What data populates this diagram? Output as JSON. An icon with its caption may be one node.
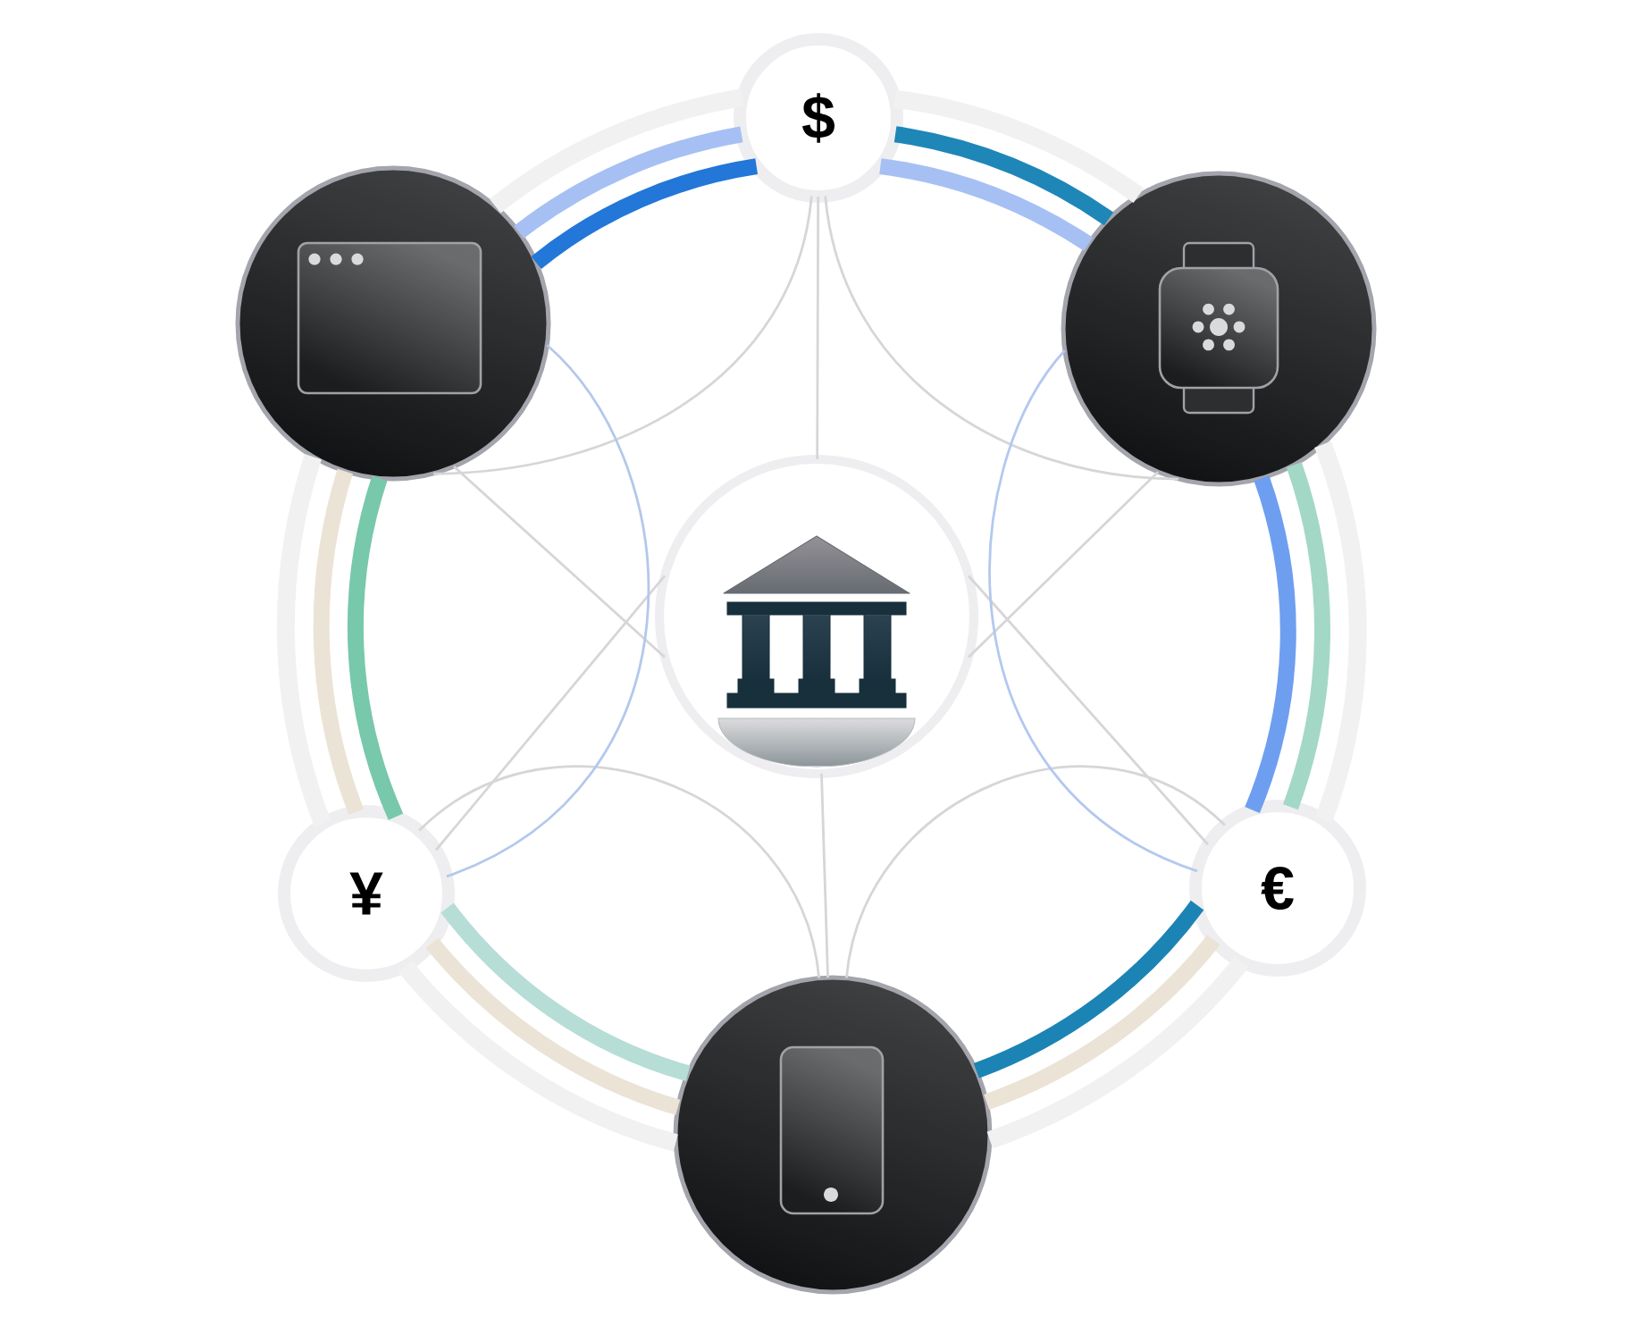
{
  "diagram": {
    "nodes": [
      {
        "text": [
          "$"
        ]
      },
      {
        "text": [],
        "shape": "circle"
      },
      {
        "text": [],
        "shape": "circle"
      },
      {
        "text": [],
        "shape": "circle"
      },
      {
        "text": [
          "¥"
        ]
      },
      {
        "text": [
          "€"
        ]
      },
      {
        "text": [],
        "shape": "circle"
      }
    ],
    "edges": [
      {
        "from": 3,
        "to": 0,
        "arrow": "none"
      },
      {
        "from": 3,
        "to": 1,
        "arrow": "none"
      },
      {
        "from": 3,
        "to": 2,
        "arrow": "none"
      },
      {
        "from": 3,
        "to": 4,
        "arrow": "none"
      },
      {
        "from": 3,
        "to": 5,
        "arrow": "none"
      },
      {
        "from": 3,
        "to": 6,
        "arrow": "none"
      },
      {
        "from": 0,
        "to": 1,
        "arrow": "none"
      },
      {
        "from": 0,
        "to": 2,
        "arrow": "none"
      },
      {
        "from": 6,
        "to": 4,
        "arrow": "none"
      },
      {
        "from": 6,
        "to": 5,
        "arrow": "none"
      },
      {
        "from": 1,
        "to": 4,
        "arrow": "none",
        "color": "#b3c8ec"
      },
      {
        "from": 2,
        "to": 5,
        "arrow": "none",
        "color": "#b3c8f0"
      },
      {
        "from": 1,
        "to": 0,
        "arrow": "none",
        "color": "#f1f1f1"
      },
      {
        "from": 0,
        "to": 2,
        "arrow": "none",
        "color": "#f1f1f1"
      },
      {
        "from": 2,
        "to": 5,
        "arrow": "none",
        "color": "#f1f1f1"
      },
      {
        "from": 5,
        "to": 6,
        "arrow": "none",
        "color": "#f1f1f1"
      },
      {
        "from": 6,
        "to": 4,
        "arrow": "none",
        "color": "#f1f1f1"
      },
      {
        "from": 4,
        "to": 1,
        "arrow": "none",
        "color": "#f1f1f1"
      },
      {
        "from": 1,
        "to": 0,
        "arrow": "none",
        "color": "#a6c0f4"
      },
      {
        "from": 0,
        "to": 2,
        "arrow": "none",
        "color": "#1f86b8"
      },
      {
        "from": 2,
        "to": 5,
        "arrow": "none",
        "color": "#a3d8c6"
      },
      {
        "from": 5,
        "to": 6,
        "arrow": "none",
        "color": "#ebe3d5"
      },
      {
        "from": 6,
        "to": 4,
        "arrow": "none",
        "color": "#ebe3d5"
      },
      {
        "from": 4,
        "to": 1,
        "arrow": "none",
        "color": "#ebe3d5"
      },
      {
        "from": 1,
        "to": 0,
        "arrow": "none",
        "color": "#2277d8"
      },
      {
        "from": 0,
        "to": 2,
        "arrow": "none",
        "color": "#a6c0f4"
      },
      {
        "from": 2,
        "to": 5,
        "arrow": "none",
        "color": "#6e9ef0"
      },
      {
        "from": 5,
        "to": 6,
        "arrow": "none",
        "color": "#1c84b4"
      },
      {
        "from": 6,
        "to": 4,
        "arrow": "none",
        "color": "#b6ddd6"
      },
      {
        "from": 4,
        "to": 1,
        "arrow": "none",
        "color": "#78c8ab"
      }
    ]
  }
}
